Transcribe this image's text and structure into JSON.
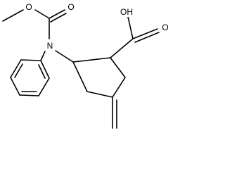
{
  "molecule": {
    "atoms": {
      "methoxy_o": "O",
      "carbonyl_o": "O",
      "amine_n": "N",
      "acid_oh": "OH",
      "acid_carbonyl_o": "O"
    }
  }
}
